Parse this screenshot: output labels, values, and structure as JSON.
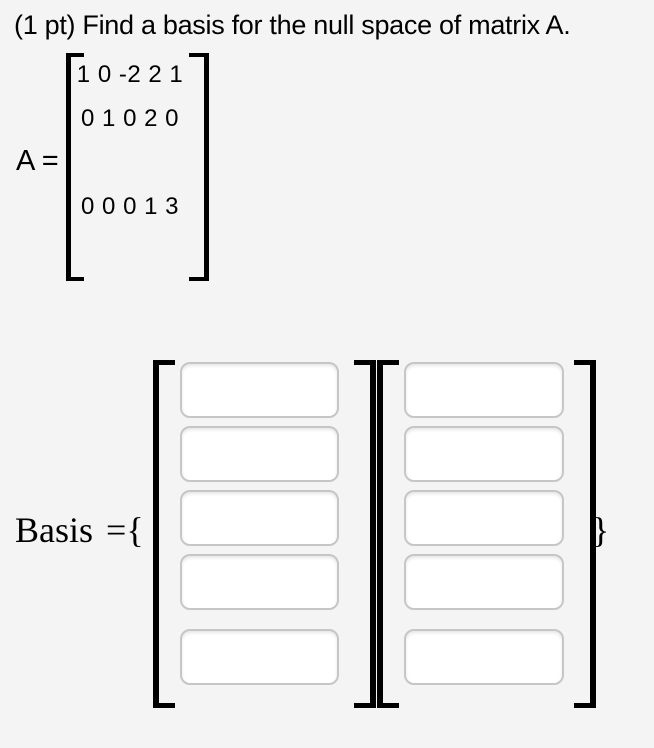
{
  "problem": {
    "title": "(1 pt) Find a basis for the null space of matrix A."
  },
  "matrix": {
    "label": "A =",
    "rows": [
      "1 0 -2 2 1",
      "0 1 0 2 0",
      "",
      "0 0 0 1 3",
      ""
    ]
  },
  "basis": {
    "label": "Basis",
    "equals_open_brace": "={",
    "close_brace": "}",
    "vectors": [
      {
        "entries": [
          "",
          "",
          "",
          "",
          ""
        ]
      },
      {
        "entries": [
          "",
          "",
          "",
          "",
          ""
        ]
      }
    ]
  },
  "colors": {
    "background": "#f4f4f4",
    "text": "#000000",
    "entry_border": "#c6c6c6",
    "entry_background": "#ffffff"
  }
}
